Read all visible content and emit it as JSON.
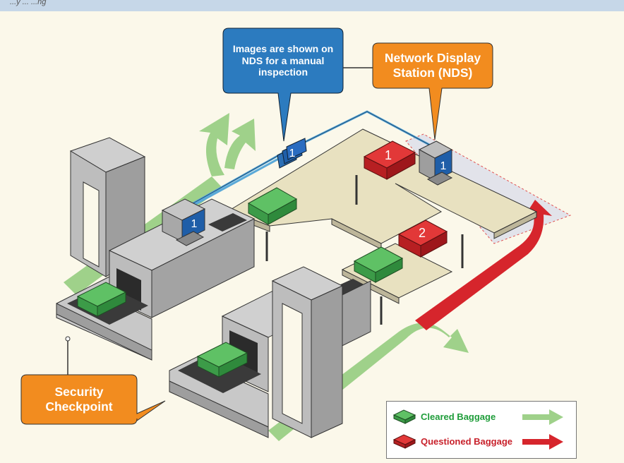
{
  "header": {
    "caption": "...y ... ...ng"
  },
  "callouts": {
    "manual_inspection": "Images are shown on NDS for a manual inspection",
    "nds": "Network Display Station (NDS)",
    "checkpoint": "Security Checkpoint"
  },
  "monitor_labels": {
    "left_monitor": "1",
    "right_monitor": "1",
    "transfer_image": "1"
  },
  "bag_labels": {
    "red_bag_1": "1",
    "red_bag_2": "2"
  },
  "legend": {
    "cleared": "Cleared Baggage",
    "questioned": "Questioned Baggage"
  },
  "colors": {
    "cleared": "#8fce79",
    "questioned": "#d6252c",
    "callout_orange": "#f28c1f",
    "callout_blue": "#2c7bbf",
    "network_line": "#5aa9d8"
  }
}
